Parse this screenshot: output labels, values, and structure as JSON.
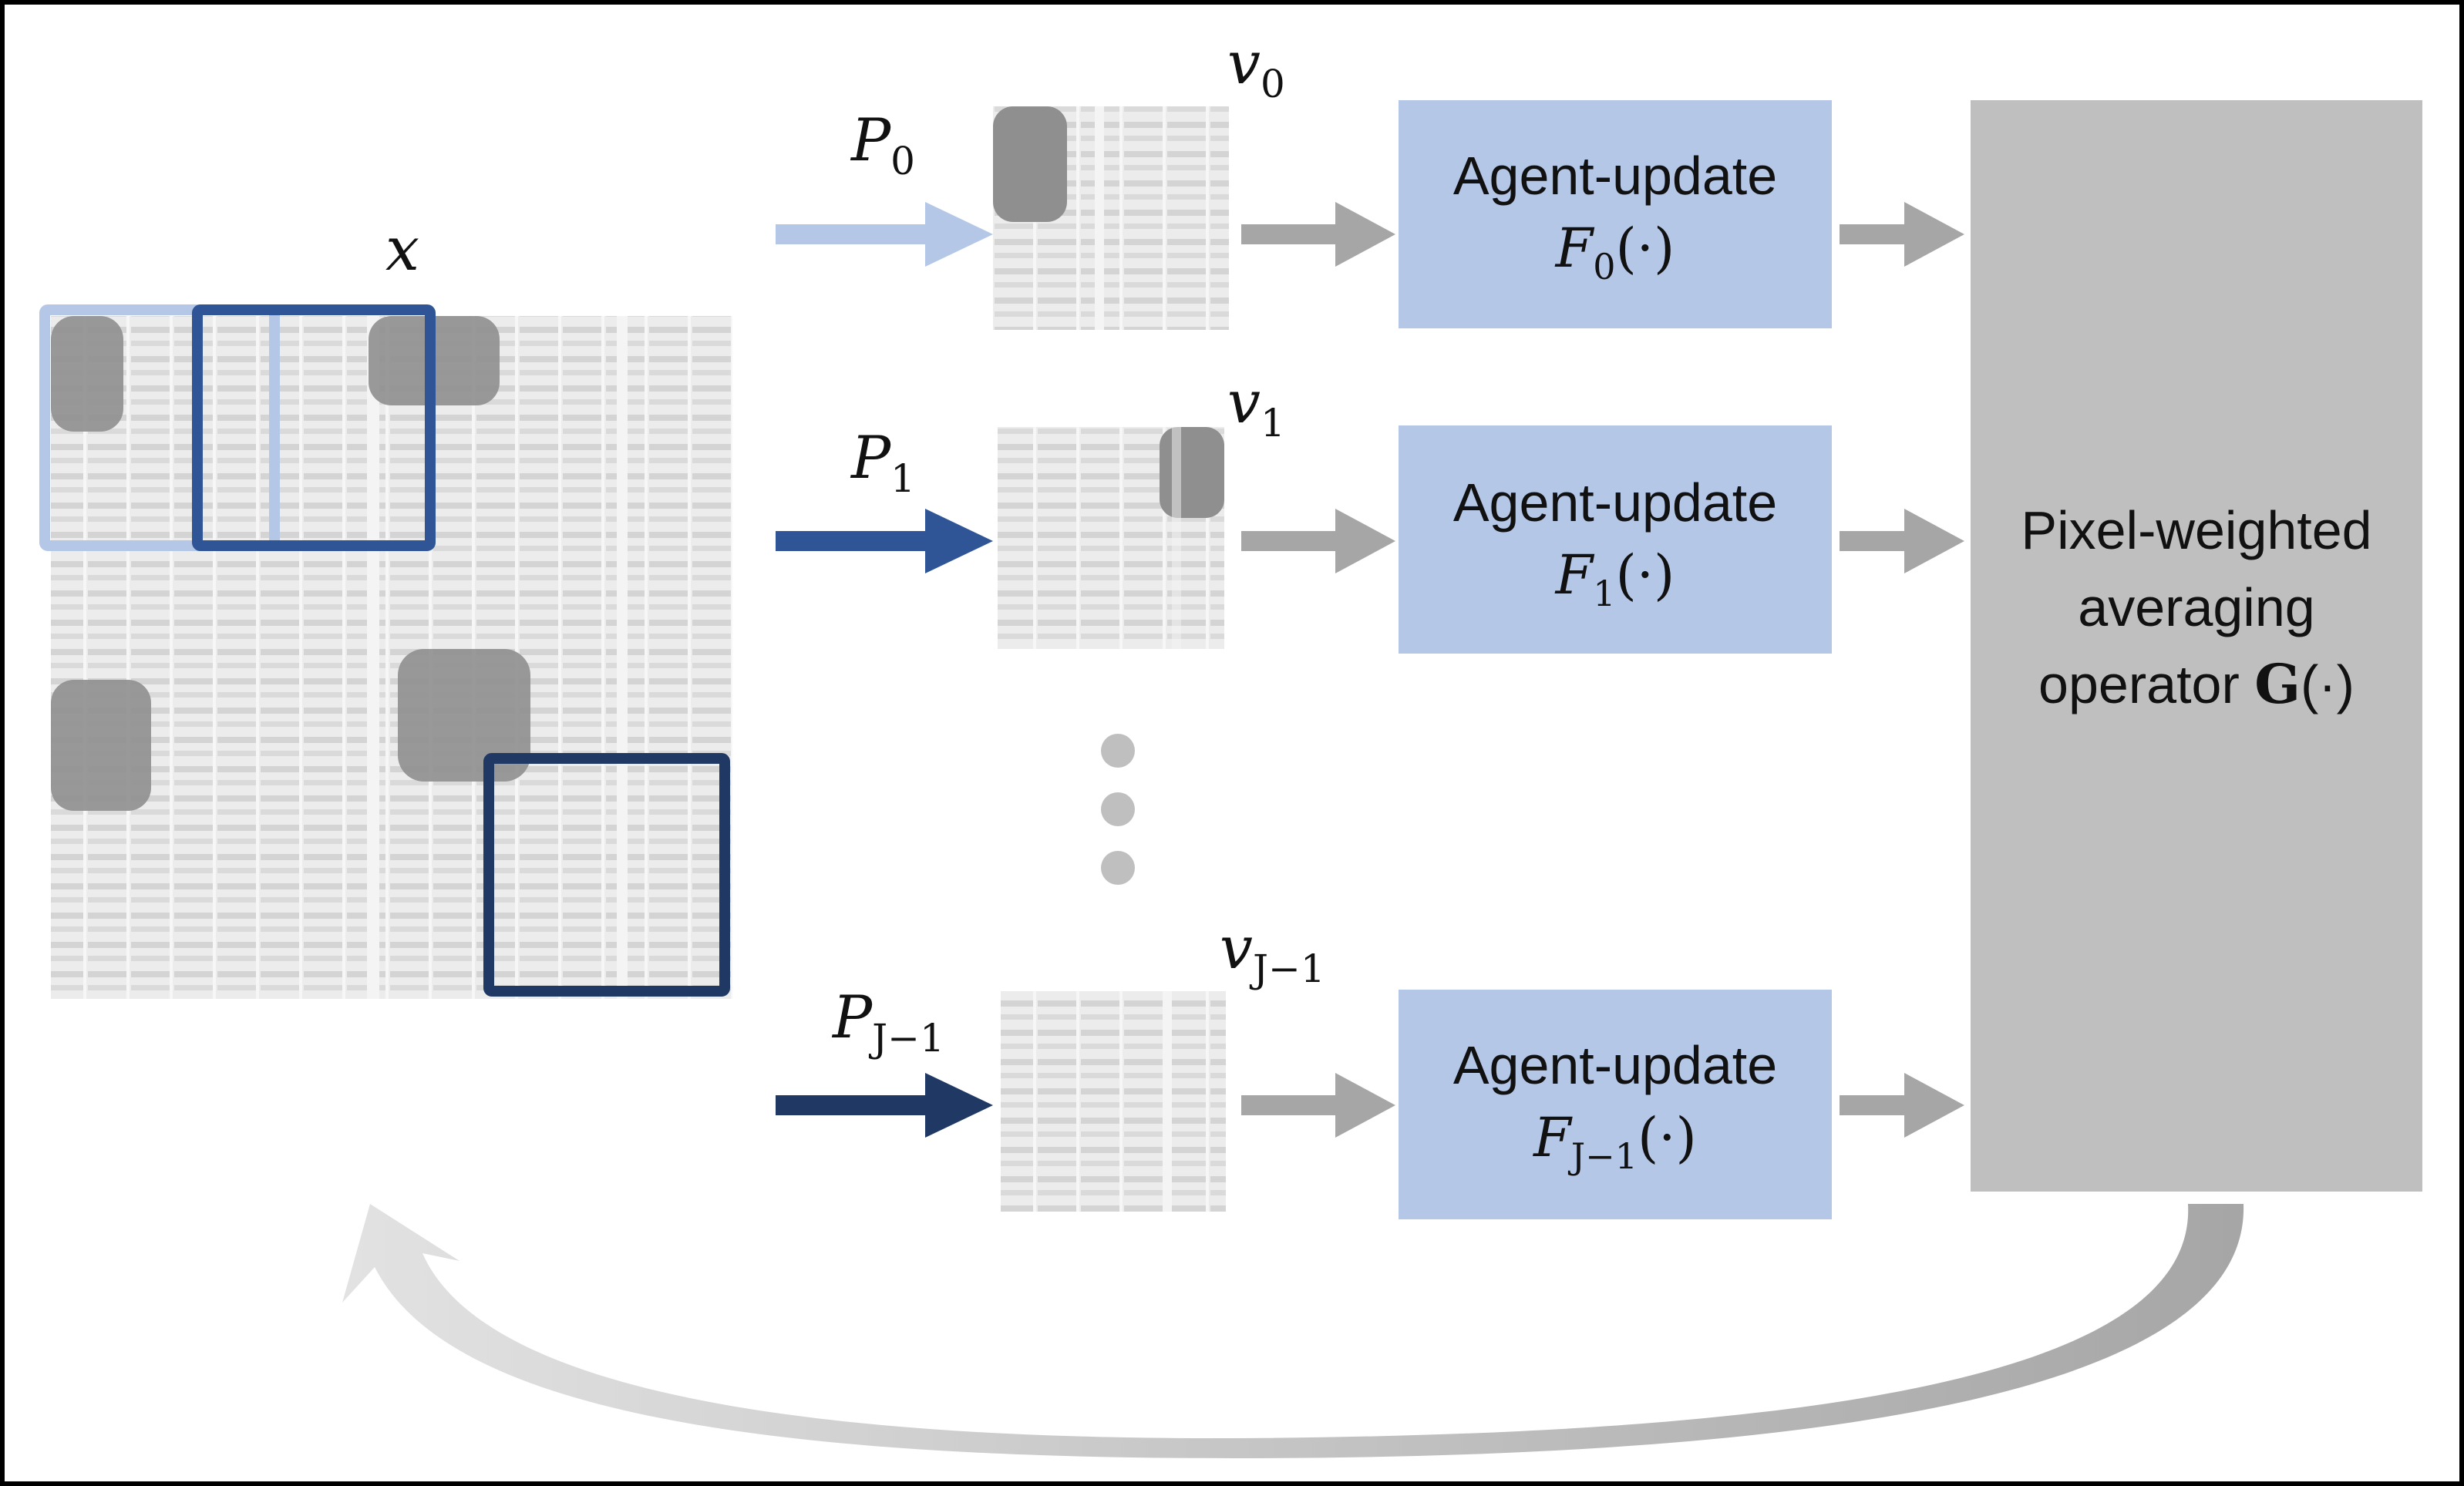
{
  "input": {
    "label": "x",
    "patch_colors": [
      "#b4c7e7",
      "#2f5597",
      "#203864"
    ]
  },
  "rows": [
    {
      "p_label": "P",
      "p_sub": "0",
      "v_label": "v",
      "v_sub": "0",
      "agent_label": "Agent-update",
      "f_label": "F",
      "f_sub": "0",
      "f_arg": "(·)",
      "arrow_color": "#b4c7e7"
    },
    {
      "p_label": "P",
      "p_sub": "1",
      "v_label": "v",
      "v_sub": "1",
      "agent_label": "Agent-update",
      "f_label": "F",
      "f_sub": "1",
      "f_arg": "(·)",
      "arrow_color": "#2f5597"
    },
    {
      "p_label": "P",
      "p_sub": "J−1",
      "v_label": "v",
      "v_sub": "J−1",
      "agent_label": "Agent-update",
      "f_label": "F",
      "f_sub": "J−1",
      "f_arg": "(·)",
      "arrow_color": "#203864"
    }
  ],
  "operator": {
    "line1": "Pixel-weighted",
    "line2": "averaging",
    "line3_text": "operator ",
    "line3_bold": "G",
    "line3_arg": "(·)"
  },
  "colors": {
    "agent_box": "#b4c7e7",
    "operator_box": "#bfbfbf",
    "gray_arrow": "#a6a6a6",
    "dots": "#bfbfbf"
  }
}
